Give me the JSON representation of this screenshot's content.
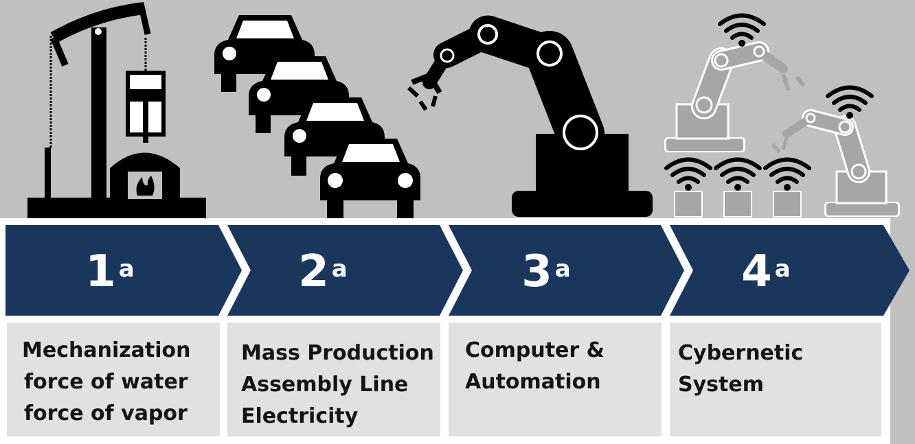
{
  "stages": [
    {
      "number": "1",
      "suffix": "a",
      "lines": [
        "Mechanization",
        "force of water",
        "force of vapor"
      ]
    },
    {
      "number": "2",
      "suffix": "a",
      "lines": [
        "Mass Production",
        "Assembly Line",
        "Electricity"
      ]
    },
    {
      "number": "3",
      "suffix": "a",
      "lines": [
        "Computer &",
        "Automation"
      ]
    },
    {
      "number": "4",
      "suffix": "a",
      "lines": [
        "Cybernetic",
        "System"
      ]
    }
  ],
  "colors": {
    "background": "#c0c0c0",
    "arrow": "#1b365d",
    "box": "#e3e0e0",
    "icon_dark": "#000000",
    "icon_light": "#a6a6a6"
  },
  "icons": [
    "steam-engine-icon",
    "cars-icon",
    "robot-arm-icon",
    "connected-robots-icon"
  ]
}
